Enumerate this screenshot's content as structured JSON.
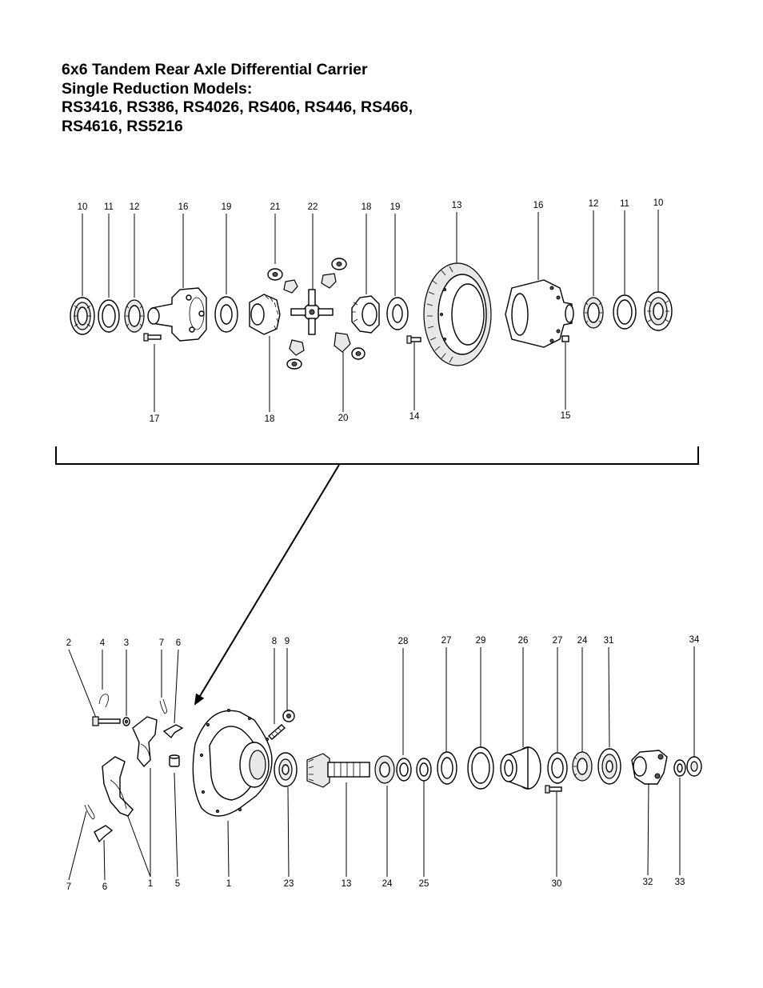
{
  "title": {
    "line1": "6x6 Tandem Rear Axle Differential Carrier",
    "line2": "Single Reduction Models:",
    "line3": "RS3416, RS386, RS4026, RS406, RS446, RS466,",
    "line4": "RS4616, RS5216"
  },
  "top_labels": {
    "l10a": "10",
    "l11a": "11",
    "l12a": "12",
    "l16a": "16",
    "l19a": "19",
    "l21": "21",
    "l22": "22",
    "l18a": "18",
    "l19b": "19",
    "l13a": "13",
    "l16b": "16",
    "l12b": "12",
    "l11b": "11",
    "l10b": "10",
    "l17": "17",
    "l18b": "18",
    "l20": "20",
    "l14": "14",
    "l15": "15"
  },
  "bottom_labels": {
    "l2": "2",
    "l4": "4",
    "l3": "3",
    "l7a": "7",
    "l6a": "6",
    "l8": "8",
    "l9": "9",
    "l28": "28",
    "l27a": "27",
    "l29": "29",
    "l26": "26",
    "l27b": "27",
    "l24a": "24",
    "l31": "31",
    "l34": "34",
    "l7b": "7",
    "l6b": "6",
    "l1a": "1",
    "l5": "5",
    "l1b": "1",
    "l23": "23",
    "l13b": "13",
    "l24b": "24",
    "l25": "25",
    "l30": "30",
    "l32": "32",
    "l33": "33"
  }
}
